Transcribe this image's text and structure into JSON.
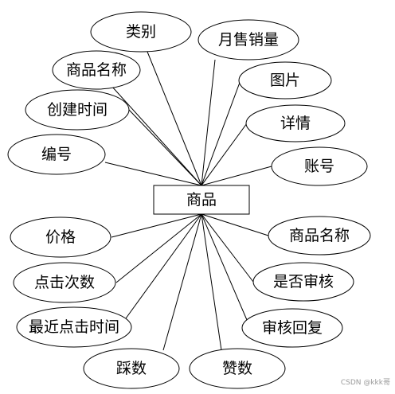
{
  "entity": {
    "label": "商品"
  },
  "attributes": [
    {
      "id": "category",
      "label": "类别"
    },
    {
      "id": "monthly-sales",
      "label": "月售销量"
    },
    {
      "id": "product-name-top",
      "label": "商品名称"
    },
    {
      "id": "image",
      "label": "图片"
    },
    {
      "id": "created-time",
      "label": "创建时间"
    },
    {
      "id": "details",
      "label": "详情"
    },
    {
      "id": "serial-number",
      "label": "编号"
    },
    {
      "id": "account",
      "label": "账号"
    },
    {
      "id": "price",
      "label": "价格"
    },
    {
      "id": "product-name-right",
      "label": "商品名称"
    },
    {
      "id": "click-count",
      "label": "点击次数"
    },
    {
      "id": "is-reviewed",
      "label": "是否审核"
    },
    {
      "id": "last-click-time",
      "label": "最近点击时间"
    },
    {
      "id": "review-reply",
      "label": "审核回复"
    },
    {
      "id": "dislikes",
      "label": "踩数"
    },
    {
      "id": "likes",
      "label": "赞数"
    }
  ],
  "watermark": "CSDN @kkk哥"
}
